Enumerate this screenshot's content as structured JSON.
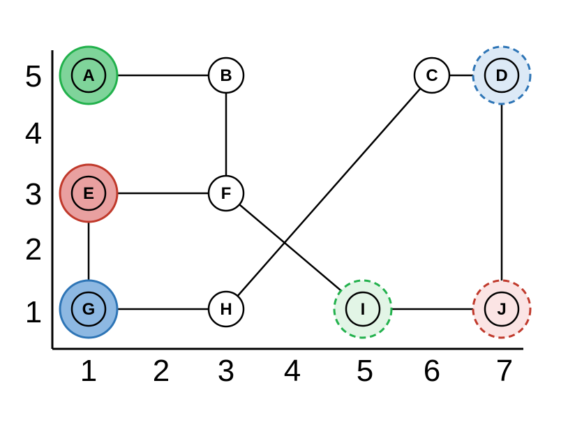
{
  "axes": {
    "x_ticks": [
      "1",
      "2",
      "3",
      "4",
      "5",
      "6",
      "7"
    ],
    "y_ticks": [
      "1",
      "2",
      "3",
      "4",
      "5"
    ]
  },
  "nodes": [
    {
      "id": "A",
      "label": "A",
      "x": 1,
      "y": 5,
      "halo": {
        "style": "solid",
        "stroke": "#22b14c",
        "fill": "#7fd49a"
      }
    },
    {
      "id": "B",
      "label": "B",
      "x": 3,
      "y": 5,
      "halo": null
    },
    {
      "id": "C",
      "label": "C",
      "x": 6,
      "y": 5,
      "halo": null
    },
    {
      "id": "D",
      "label": "D",
      "x": 7,
      "y": 5,
      "halo": {
        "style": "dashed",
        "stroke": "#2e75b6",
        "fill": "#dce9f6"
      }
    },
    {
      "id": "E",
      "label": "E",
      "x": 1,
      "y": 3,
      "halo": {
        "style": "solid",
        "stroke": "#c0392b",
        "fill": "#e9a0a0"
      }
    },
    {
      "id": "F",
      "label": "F",
      "x": 3,
      "y": 3,
      "halo": null
    },
    {
      "id": "G",
      "label": "G",
      "x": 1,
      "y": 1,
      "halo": {
        "style": "solid",
        "stroke": "#2e75b6",
        "fill": "#8db8e2"
      }
    },
    {
      "id": "H",
      "label": "H",
      "x": 3,
      "y": 1,
      "halo": null
    },
    {
      "id": "I",
      "label": "I",
      "x": 5,
      "y": 1,
      "halo": {
        "style": "dashed",
        "stroke": "#22b14c",
        "fill": "#e2f5e6"
      }
    },
    {
      "id": "J",
      "label": "J",
      "x": 7,
      "y": 1,
      "halo": {
        "style": "dashed",
        "stroke": "#c0392b",
        "fill": "#fbe4e4"
      }
    }
  ],
  "edges": [
    [
      "A",
      "B"
    ],
    [
      "B",
      "F"
    ],
    [
      "E",
      "F"
    ],
    [
      "E",
      "G"
    ],
    [
      "G",
      "H"
    ],
    [
      "H",
      "C"
    ],
    [
      "C",
      "D"
    ],
    [
      "D",
      "J"
    ],
    [
      "F",
      "I"
    ],
    [
      "I",
      "J"
    ]
  ]
}
